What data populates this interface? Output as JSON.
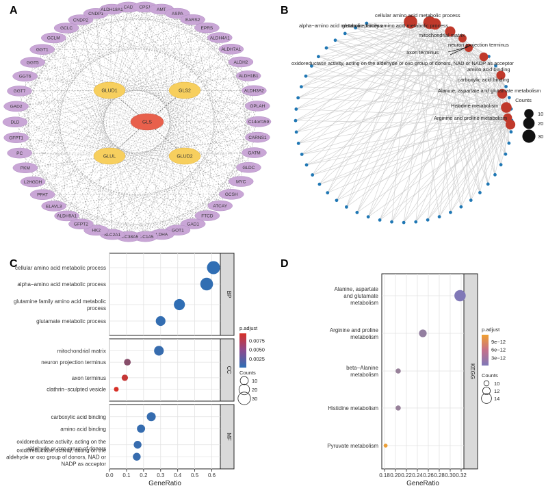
{
  "panels": {
    "A": {
      "letter": "A",
      "center_node": "GLS",
      "hub_nodes": [
        "GLUD1",
        "GLS2",
        "GLUL",
        "GLUD2"
      ],
      "ring_nodes": [
        "CAD",
        "CPS1",
        "AMT",
        "ASPA",
        "EARS2",
        "EPRS",
        "ALDH4A1",
        "ALDH7A1",
        "ALDH2",
        "ALDH1B1",
        "ALDH3A2",
        "OPLAH",
        "C14orf159",
        "CARNS1",
        "GATM",
        "GLDC",
        "MYC",
        "GCSH",
        "ATCAY",
        "FTCD",
        "GAD1",
        "GOT1",
        "LDHA",
        "SLC1A5",
        "SLC38A5",
        "SLC2A1",
        "HK2",
        "GFPT2",
        "ALDH9A1",
        "ELAVL3",
        "PPAT",
        "L2HGDH",
        "PKM",
        "PC",
        "GFPT1",
        "DLD",
        "GAD2",
        "GGT7",
        "GGT6",
        "GGT5",
        "GGT1",
        "GCLM",
        "GCLC",
        "CNDP2",
        "CNDP1",
        "ALDH18A1"
      ],
      "colors": {
        "center": "#e8604c",
        "hub": "#f7cf5e",
        "ring": "#c9a6d6",
        "edge": "#8a8a8a"
      }
    },
    "B": {
      "letter": "B",
      "terms": [
        {
          "label": "cellular amino acid metabolic process",
          "size": 32
        },
        {
          "label": "alpha−amino acid metabolic process",
          "size": 28
        },
        {
          "label": "glutamine family amino acid metabolic process",
          "size": 20
        },
        {
          "label": "mitochondrial matrix",
          "size": 14
        },
        {
          "label": "neuron projection terminus",
          "size": 6
        },
        {
          "label": "axon terminus",
          "size": 6
        },
        {
          "label": "oxidoreductase activity, acting on the aldehyde or oxo group of donors, NAD or NADP as acceptor",
          "size": 8
        },
        {
          "label": "amino acid binding",
          "size": 9
        },
        {
          "label": "carboxylic acid binding",
          "size": 12
        },
        {
          "label": "Alanine, aspartate and glutamate metabolism",
          "size": 16
        },
        {
          "label": "Histidine metabolism",
          "size": 8
        },
        {
          "label": "Arginine and proline metabolism",
          "size": 12
        }
      ],
      "gene_count": 46,
      "legend": {
        "title": "Counts",
        "items": [
          {
            "label": "10",
            "value": 10
          },
          {
            "label": "20",
            "value": 20
          },
          {
            "label": "30",
            "value": 30
          }
        ]
      },
      "colors": {
        "term": "#c0392b",
        "gene": "#1f77b4",
        "edge": "#c8c8c8"
      }
    },
    "C": {
      "letter": "C",
      "chart_data": {
        "type": "scatter",
        "xlabel": "GeneRatio",
        "xlim": [
          0.0,
          0.65
        ],
        "xticks": [
          "0.0",
          "0.1",
          "0.2",
          "0.3",
          "0.4",
          "0.5",
          "0.6"
        ],
        "grid": true,
        "facets": [
          {
            "name": "BP",
            "rows": [
              {
                "label": [
                  "cellular amino acid metabolic process"
                ],
                "x": 0.61,
                "count": 33,
                "padj": 0.0001
              },
              {
                "label": [
                  "alpha−amino acid metabolic process"
                ],
                "x": 0.57,
                "count": 31,
                "padj": 0.0002
              },
              {
                "label": [
                  "glutamine family amino acid metabolic",
                  "process"
                ],
                "x": 0.41,
                "count": 22,
                "padj": 0.0001
              },
              {
                "label": [
                  "glutamate metabolic process"
                ],
                "x": 0.3,
                "count": 16,
                "padj": 0.0003
              }
            ]
          },
          {
            "name": "CC",
            "rows": [
              {
                "label": [
                  "mitochondrial matrix"
                ],
                "x": 0.29,
                "count": 16,
                "padj": 0.0005
              },
              {
                "label": [
                  "neuron projection terminus"
                ],
                "x": 0.105,
                "count": 6,
                "padj": 0.005
              },
              {
                "label": [
                  "axon terminus"
                ],
                "x": 0.09,
                "count": 5,
                "padj": 0.0085
              },
              {
                "label": [
                  "clathrin−sculpted vesicle"
                ],
                "x": 0.04,
                "count": 2,
                "padj": 0.0095
              }
            ]
          },
          {
            "name": "MF",
            "rows": [
              {
                "label": [
                  "carboxylic acid binding"
                ],
                "x": 0.245,
                "count": 13,
                "padj": 0.0004
              },
              {
                "label": [
                  "amino acid binding"
                ],
                "x": 0.185,
                "count": 10,
                "padj": 0.0004
              },
              {
                "label": [
                  "oxidoreductase activity, acting on the",
                  "aldehyde or oxo group of donors"
                ],
                "x": 0.165,
                "count": 9,
                "padj": 0.0005
              },
              {
                "label": [
                  "oxidoreductase activity, acting on the",
                  "aldehyde or oxo group of donors, NAD or",
                  "NADP as acceptor"
                ],
                "x": 0.16,
                "count": 9,
                "padj": 0.0005
              }
            ]
          }
        ],
        "color_legend": {
          "title": "p.adjust",
          "ticks": [
            {
              "label": "0.0075",
              "value": 0.0075
            },
            {
              "label": "0.0050",
              "value": 0.005
            },
            {
              "label": "0.0025",
              "value": 0.0025
            }
          ],
          "range": [
            0.0,
            0.0095
          ],
          "low_color": "#2e6fb5",
          "high_color": "#d73027"
        },
        "size_legend": {
          "title": "Counts",
          "items": [
            {
              "label": "10",
              "value": 10
            },
            {
              "label": "20",
              "value": 20
            },
            {
              "label": "30",
              "value": 30
            }
          ]
        }
      }
    },
    "D": {
      "letter": "D",
      "chart_data": {
        "type": "scatter",
        "xlabel": "GeneRatio",
        "xlim": [
          0.175,
          0.325
        ],
        "xticks": [
          "0.18",
          "0.20",
          "0.22",
          "0.24",
          "0.26",
          "0.28",
          "0.30",
          "0.32"
        ],
        "grid": true,
        "facet": "KEGG",
        "rows": [
          {
            "label": [
              "Alanine, aspartate",
              "and glutamate",
              "metabolism"
            ],
            "x": 0.318,
            "count": 15,
            "padj": 1e-13
          },
          {
            "label": [
              "Arginine and proline",
              "metabolism"
            ],
            "x": 0.25,
            "count": 12,
            "padj": 2e-12
          },
          {
            "label": [
              "beta−Alanine",
              "metabolism"
            ],
            "x": 0.205,
            "count": 10,
            "padj": 2.5e-12
          },
          {
            "label": [
              "Histidine metabolism"
            ],
            "x": 0.205,
            "count": 10,
            "padj": 2.5e-12
          },
          {
            "label": [
              "Pyruvate metabolism"
            ],
            "x": 0.182,
            "count": 9,
            "padj": 1.1e-11
          }
        ],
        "color_legend": {
          "title": "p.adjust",
          "ticks": [
            {
              "label": "9e−12",
              "value": 9e-12
            },
            {
              "label": "6e−12",
              "value": 6e-12
            },
            {
              "label": "3e−12",
              "value": 3e-12
            }
          ],
          "range": [
            0,
            1.15e-11
          ],
          "low_color": "#7f78b8",
          "high_color": "#f0a030"
        },
        "size_legend": {
          "title": "Counts",
          "items": [
            {
              "label": "10",
              "value": 10
            },
            {
              "label": "12",
              "value": 12
            },
            {
              "label": "14",
              "value": 14
            }
          ]
        }
      }
    }
  }
}
